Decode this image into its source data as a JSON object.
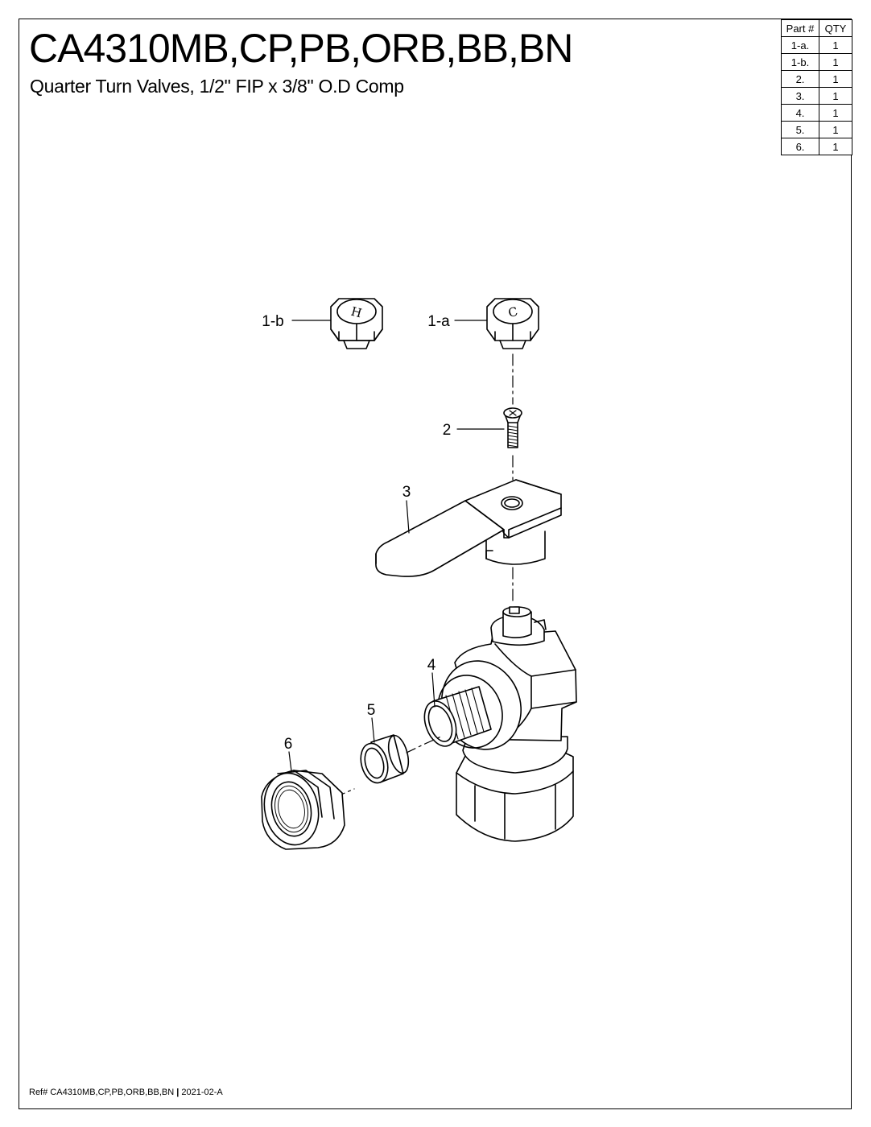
{
  "header": {
    "title": "CA4310MB,CP,PB,ORB,BB,BN",
    "subtitle": "Quarter Turn Valves, 1/2\" FIP x 3/8\" O.D Comp"
  },
  "parts_table": {
    "columns": [
      "Part #",
      "QTY"
    ],
    "rows": [
      {
        "part": "1-a.",
        "qty": "1"
      },
      {
        "part": "1-b.",
        "qty": "1"
      },
      {
        "part": "2.",
        "qty": "1"
      },
      {
        "part": "3.",
        "qty": "1"
      },
      {
        "part": "4.",
        "qty": "1"
      },
      {
        "part": "5.",
        "qty": "1"
      },
      {
        "part": "6.",
        "qty": "1"
      }
    ]
  },
  "callouts": {
    "part_1b": "1-b",
    "part_1a": "1-a",
    "part_2": "2",
    "part_3": "3",
    "part_4": "4",
    "part_5": "5",
    "part_6": "6"
  },
  "cap_letters": {
    "hot": "H",
    "cold": "C"
  },
  "footer": {
    "ref": "Ref# CA4310MB,CP,PB,ORB,BB,BN",
    "separator": " | ",
    "revision": "2021-02-A"
  }
}
